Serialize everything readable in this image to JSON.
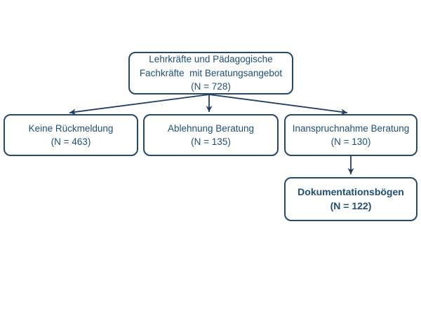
{
  "colors": {
    "page-bg": "#ffffff",
    "box-border": "#24486e",
    "box-text": "#1f4e79",
    "arrow": "#1f3c64"
  },
  "flowchart": {
    "root": {
      "lines": [
        "Lehrkräfte und Pädagogische",
        "Fachkräfte  mit Beratungsangebot",
        "(N = 728)"
      ]
    },
    "branches": [
      {
        "lines": [
          "Keine Rückmeldung",
          "(N = 463)"
        ]
      },
      {
        "lines": [
          "Ablehnung Beratung",
          "(N = 135)"
        ]
      },
      {
        "lines": [
          "Inanspruchnahme Beratung",
          "(N = 130)"
        ]
      }
    ],
    "outcome": {
      "lines": [
        "Dokumentationsbögen",
        "(N = 122)"
      ]
    }
  }
}
